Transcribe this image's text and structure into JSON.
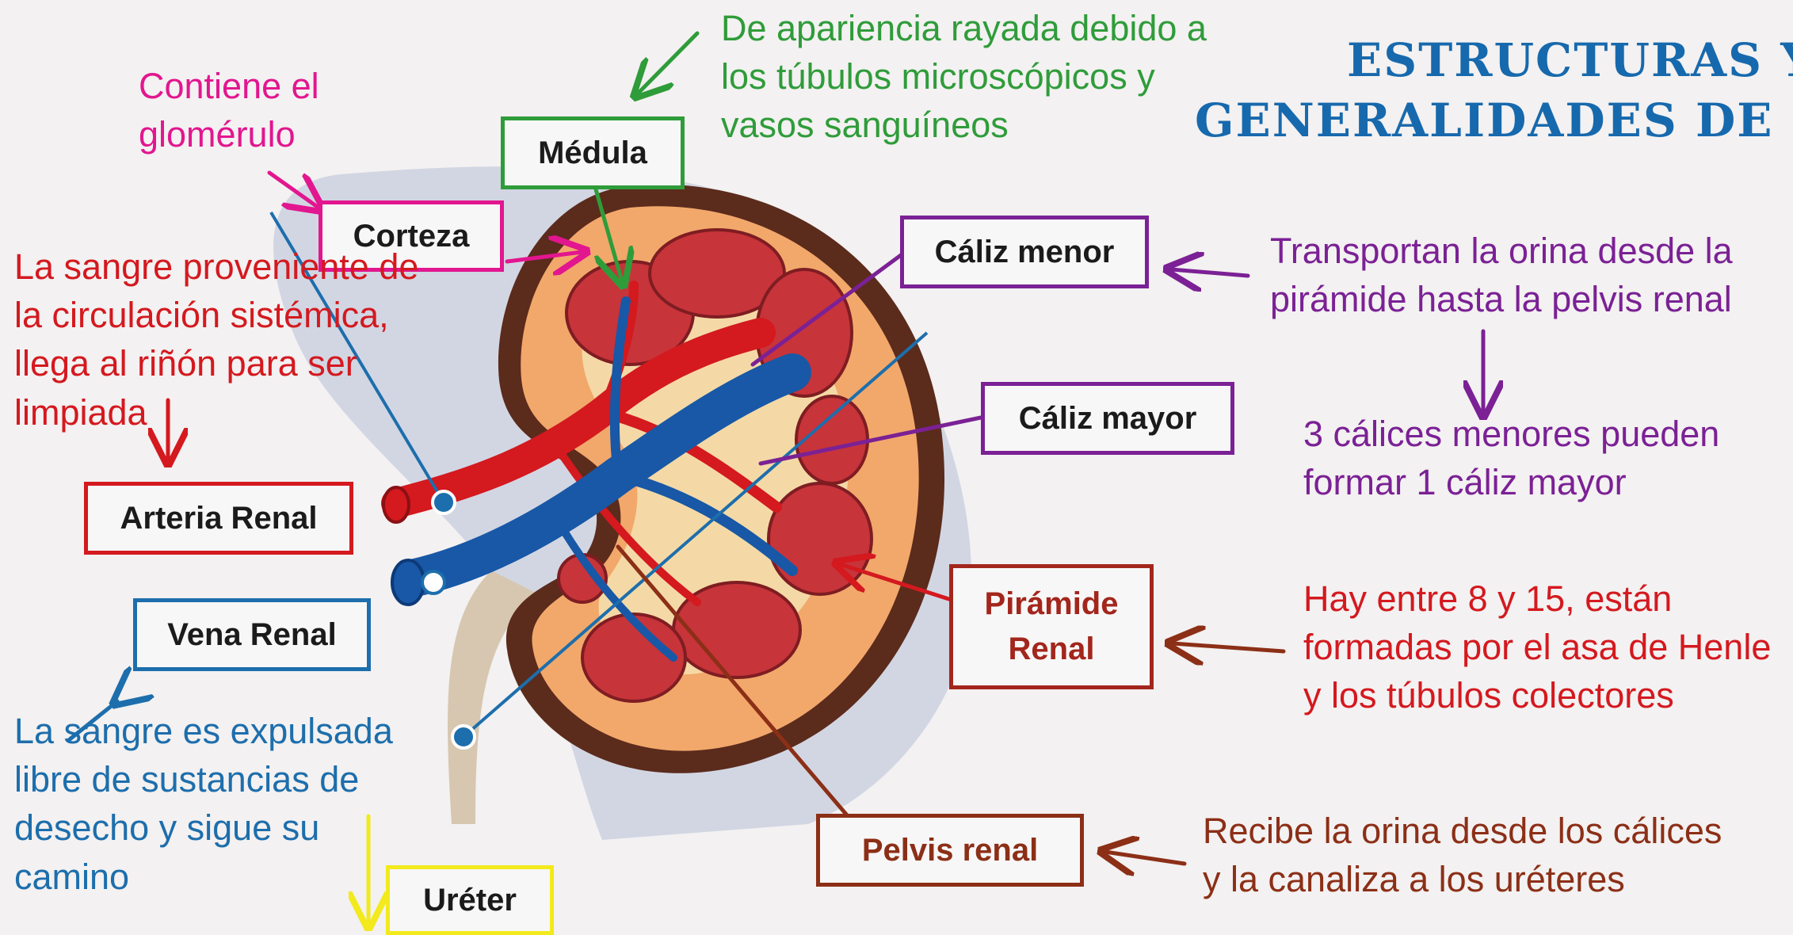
{
  "title": {
    "line1": "ESTRUCTURAS Y",
    "line2": "GENERALIDADES DE"
  },
  "labels": {
    "medula": "Médula",
    "corteza": "Corteza",
    "caliz_menor": "Cáliz menor",
    "caliz_mayor": "Cáliz mayor",
    "piramide_1": "Pirámide",
    "piramide_2": "Renal",
    "arteria": "Arteria Renal",
    "vena": "Vena Renal",
    "pelvis": "Pelvis renal",
    "ureter": "Uréter"
  },
  "notes": {
    "glomerulo": [
      "Contiene el",
      "glomérulo"
    ],
    "medula": [
      "De apariencia rayada debido a",
      "los túbulos microscópicos y",
      "vasos sanguíneos"
    ],
    "sangre_entra": [
      "La sangre proveniente de",
      "la circulación sistémica,",
      "llega al riñón para ser",
      "limpiada"
    ],
    "caliz_menor": [
      "Transportan la orina desde la",
      "pirámide hasta la pelvis renal"
    ],
    "caliz_mayor": [
      "3 cálices menores pueden",
      "formar 1 cáliz mayor"
    ],
    "piramide": [
      "Hay entre 8 y 15, están",
      "formadas por el asa de Henle",
      "y los túbulos colectores"
    ],
    "sangre_sale": [
      "La sangre es expulsada",
      "libre de sustancias de",
      "desecho y sigue su",
      "camino"
    ],
    "pelvis": [
      "Recibe la orina desde los cálices",
      "y la canaliza a los uréteres"
    ]
  },
  "colors": {
    "title": "#1769ad",
    "pink": "#e2168f",
    "green": "#2f9c3a",
    "red": "#d4191f",
    "purple": "#7b2195",
    "blue": "#1d6eac",
    "brown": "#8c2f17",
    "yellow": "#f2ea1c"
  }
}
